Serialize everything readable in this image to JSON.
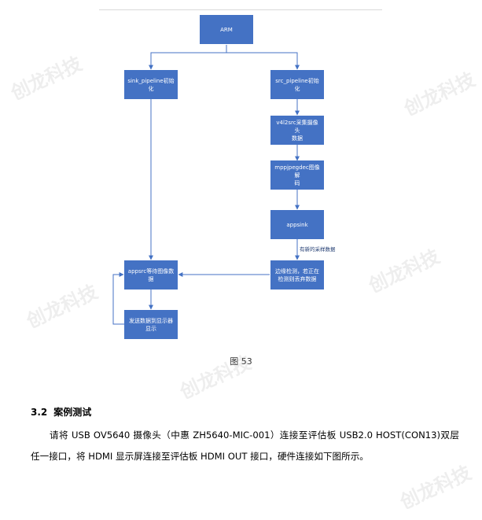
{
  "flowchart": {
    "boxes": {
      "arm": [
        "ARM"
      ],
      "sink_init": [
        "sink_pipeline初始",
        "化"
      ],
      "src_init": [
        "src_pipeline初始化"
      ],
      "v4l2src": [
        "v4l2src采集摄像头",
        "数据"
      ],
      "mppjpegdec": [
        "mppjpegdec图像解",
        "码"
      ],
      "appsink": [
        "appsink"
      ],
      "edge_detect": [
        "边缘检测，若正在",
        "检测则丢弃数据"
      ],
      "appsrc_wait": [
        "appsrc等待图像数",
        "据"
      ],
      "send_display": [
        "发送数据到显示器",
        "显示"
      ]
    },
    "edge_label_new_sample": "有新的采样数据",
    "colors": {
      "box": "#4472c4",
      "arrow": "#4472c4",
      "box_text": "#ffffff"
    }
  },
  "figure_caption": "图 53",
  "section": {
    "number": "3.2",
    "title": "案例测试",
    "paragraph": "请将 USB  OV5640 摄像头（中惠 ZH5640-MIC-001）连接至评估板 USB2.0  HOST(CON13)双层任一接口，将 HDMI 显示屏连接至评估板 HDMI  OUT 接口，硬件连接如下图所示。"
  },
  "watermark": "创龙科技"
}
